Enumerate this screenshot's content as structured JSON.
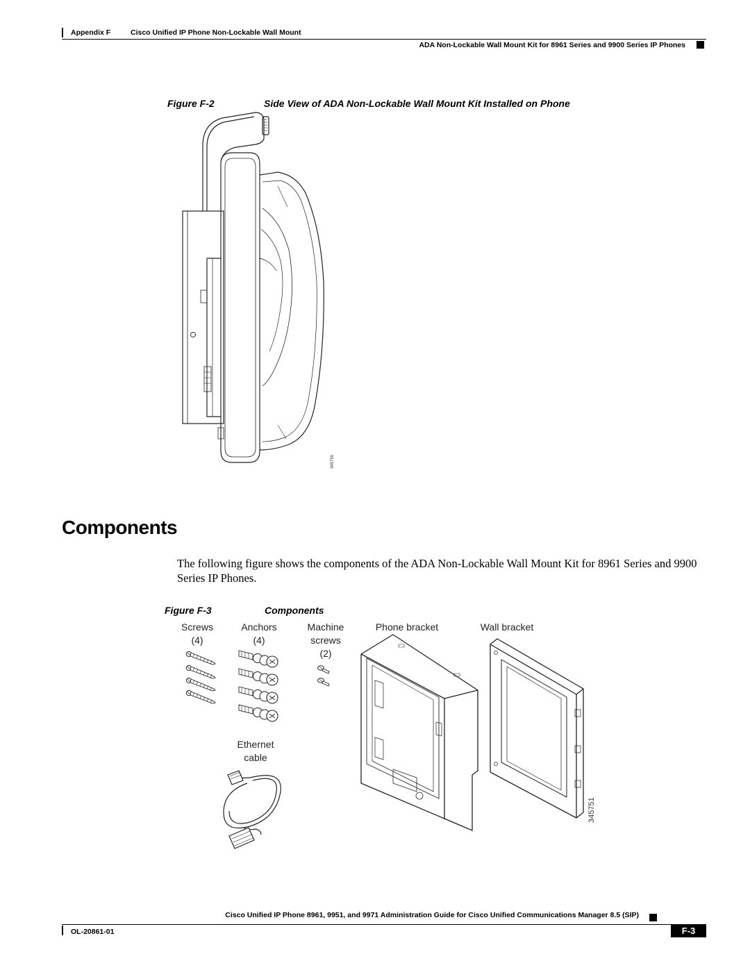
{
  "header": {
    "appendix": "Appendix F",
    "appendix_title": "Cisco Unified IP Phone Non-Lockable Wall Mount",
    "section": "ADA Non-Lockable Wall Mount Kit for 8961 Series and 9900 Series IP Phones"
  },
  "figure2": {
    "number": "Figure F-2",
    "title": "Side View of ADA Non-Lockable Wall Mount Kit Installed on Phone",
    "art_id": "345750"
  },
  "section_heading": "Components",
  "paragraph": "The following figure shows the components of the ADA Non-Lockable Wall Mount Kit for 8961 Series and 9900 Series IP Phones.",
  "figure3": {
    "number": "Figure F-3",
    "title": "Components",
    "labels": {
      "screws": "Screws",
      "screws_qty": "(4)",
      "anchors": "Anchors",
      "anchors_qty": "(4)",
      "machine": "Machine",
      "machine2": "screws",
      "machine_qty": "(2)",
      "phone_bracket": "Phone bracket",
      "wall_bracket": "Wall bracket",
      "ethernet": "Ethernet",
      "cable": "cable"
    },
    "art_id": "345751"
  },
  "footer": {
    "title": "Cisco Unified IP Phone 8961, 9951, and 9971 Administration Guide for Cisco Unified Communications Manager 8.5 (SIP)",
    "doc_id": "OL-20861-01",
    "page": "F-3"
  }
}
